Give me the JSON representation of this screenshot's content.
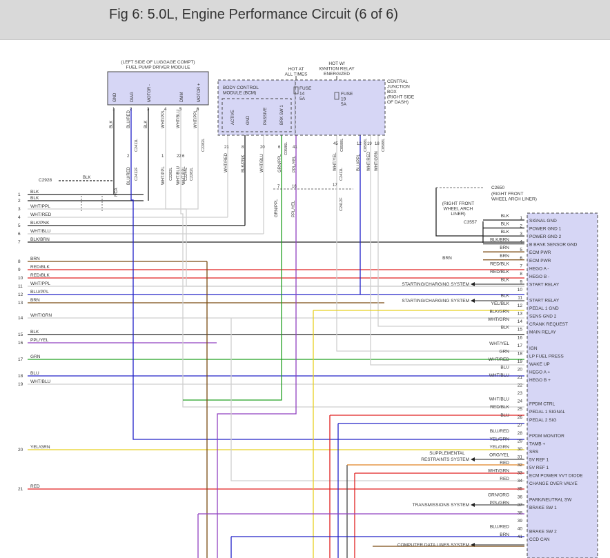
{
  "header": {
    "title": "Fig 6: 5.0L, Engine Performance Circuit (6 of 6)"
  },
  "fuel_pump_module": {
    "caption": [
      "(LEFT SIDE OF LUGGAGE COMPT)",
      "FUEL PUMP DRIVER MODULE"
    ],
    "pins": [
      {
        "num": "1",
        "name": "GND",
        "wire": "BLK",
        "connector": ""
      },
      {
        "num": "2",
        "name": "DIAG",
        "wire": "BLU/RED",
        "connector": "C2411L"
      },
      {
        "num": "3",
        "name": "MOTOR -",
        "wire": "BLK",
        "connector": ""
      },
      {
        "num": "4",
        "name": "",
        "wire": "WHT/PPL",
        "connector": ""
      },
      {
        "num": "5",
        "name": "DMM",
        "wire": "WHT/BLU",
        "connector": ""
      },
      {
        "num": "6",
        "name": "MOTOR +",
        "wire": "WHT/PPL",
        "connector": "C2282L"
      }
    ],
    "lower_wires": [
      {
        "pin": "2",
        "wire": "BLU/RED",
        "connector": "C2412F"
      },
      {
        "pin": "1",
        "wire": "WHT/PPL",
        "connector": "C2282L"
      },
      {
        "pin": "22",
        "wire": "WHT/BLU",
        "connector": "C2244L"
      },
      {
        "pin": "6",
        "wire": "WHT/PPL",
        "connector": "C2282L"
      }
    ],
    "ground_connector": "C2928",
    "ground_wire": "BLK",
    "nca": "NCA"
  },
  "bcm": {
    "title": [
      "BODY CONTROL",
      "MODULE (BCM)"
    ],
    "pins": [
      "ACTIVE",
      "GND",
      "PASSIVE",
      "BRK SW 1"
    ],
    "wires": [
      {
        "num": "21",
        "color": "WHT/RED"
      },
      {
        "num": "8",
        "color": "BLK/PNK"
      },
      {
        "num": "20",
        "color": "WHT/BLU"
      },
      {
        "num": "6",
        "color": "GRN/PPL"
      },
      {
        "num": "41",
        "color": "PPL/YEL"
      }
    ],
    "connector": "C0586L",
    "lower_pins": [
      "7",
      "16"
    ]
  },
  "cjb": {
    "title": [
      "CENTRAL",
      "JUNCTION",
      "BOX",
      "(RIGHT SIDE",
      "OF DASH)"
    ],
    "hot_at_all_times": [
      "HOT AT",
      "ALL TIMES"
    ],
    "hot_with_ignition": [
      "HOT W/",
      "IGNITION RELAY",
      "ENERGIZED"
    ],
    "fuse14": [
      "FUSE",
      "14",
      "5A"
    ],
    "fuse19": [
      "FUSE",
      "19",
      "5A"
    ],
    "wires": [
      {
        "num": "45",
        "color": "WHT/YEL",
        "connector": "C0588L"
      },
      {
        "num": "12",
        "color": "BLU/PPL",
        "connector": "C0588L"
      },
      {
        "num": "19",
        "color": "WHT/RED",
        "connector": ""
      },
      {
        "num": "18",
        "color": "WHT/GRN",
        "connector": "C0588L"
      }
    ],
    "lower_pin": "17",
    "lower_connector": "C2411L",
    "lower_connector2": "C2412F"
  },
  "right_splice": {
    "connector": "C2650",
    "location": [
      "(RIGHT FRONT",
      "WHEEL ARCH LINER)"
    ],
    "left_label": [
      "(RIGHT FRONT",
      "WHEEL ARCH",
      "LINER)"
    ],
    "c3557": "C3557"
  },
  "left_lines": [
    {
      "num": "1",
      "color": "BLK"
    },
    {
      "num": "2",
      "color": "BLK"
    },
    {
      "num": "3",
      "color": "WHT/PPL"
    },
    {
      "num": "4",
      "color": "WHT/RED"
    },
    {
      "num": "5",
      "color": "BLK/PNK"
    },
    {
      "num": "6",
      "color": "WHT/BLU"
    },
    {
      "num": "7",
      "color": "BLK/BRN"
    },
    {
      "num": "8",
      "color": "BRN"
    },
    {
      "num": "9",
      "color": "RED/BLK"
    },
    {
      "num": "10",
      "color": "RED/BLK"
    },
    {
      "num": "11",
      "color": "WHT/PPL"
    },
    {
      "num": "12",
      "color": "BLU/PPL"
    },
    {
      "num": "13",
      "color": "BRN"
    },
    {
      "num": "14",
      "color": "WHT/GRN"
    },
    {
      "num": "15",
      "color": "BLK"
    },
    {
      "num": "16",
      "color": "PPL/YEL"
    },
    {
      "num": "17",
      "color": "GRN"
    },
    {
      "num": "18",
      "color": "BLU"
    },
    {
      "num": "19",
      "color": "WHT/BLU"
    },
    {
      "num": "20",
      "color": "YEL/GRN"
    },
    {
      "num": "21",
      "color": "RED"
    }
  ],
  "pcm_pins": [
    {
      "num": "1",
      "wire": "BLK",
      "name": "SIGNAL GND"
    },
    {
      "num": "2",
      "wire": "BLK",
      "name": "POWER GND 1"
    },
    {
      "num": "3",
      "wire": "BLK",
      "name": "POWER GND 2"
    },
    {
      "num": "4",
      "wire": "BLK/BRN",
      "name": "B BANK SENSOR GND"
    },
    {
      "num": "5",
      "wire": "BRN",
      "name": "ECM PWR"
    },
    {
      "num": "6",
      "wire": "BRN",
      "name": "ECM PWR"
    },
    {
      "num": "7",
      "wire": "RED/BLK",
      "name": "HEGO A -"
    },
    {
      "num": "8",
      "wire": "RED/BLK",
      "name": "HEGO B -"
    },
    {
      "num": "9",
      "wire": "BLK",
      "name": "START RELAY"
    },
    {
      "num": "10",
      "wire": "",
      "name": ""
    },
    {
      "num": "11",
      "wire": "BLK",
      "name": "START RELAY"
    },
    {
      "num": "12",
      "wire": "YEL/BLK",
      "name": "PEDAL 1 GND"
    },
    {
      "num": "13",
      "wire": "BLK/GRN",
      "name": "SENS GND 2"
    },
    {
      "num": "14",
      "wire": "WHT/GRN",
      "name": "CRANK REQUEST"
    },
    {
      "num": "15",
      "wire": "BLK",
      "name": "MAIN RELAY"
    },
    {
      "num": "16",
      "wire": "",
      "name": ""
    },
    {
      "num": "17",
      "wire": "WHT/YEL",
      "name": "IGN"
    },
    {
      "num": "18",
      "wire": "GRN",
      "name": "LP FUEL PRESS"
    },
    {
      "num": "19",
      "wire": "WHT/RED",
      "name": "WAKE UP"
    },
    {
      "num": "20",
      "wire": "BLU",
      "name": "HEGO A +"
    },
    {
      "num": "21",
      "wire": "WHT/BLU",
      "name": "HEGO B +"
    },
    {
      "num": "22",
      "wire": "",
      "name": ""
    },
    {
      "num": "23",
      "wire": "",
      "name": ""
    },
    {
      "num": "24",
      "wire": "WHT/BLU",
      "name": "FPDM CTRL"
    },
    {
      "num": "25",
      "wire": "RED/BLK",
      "name": "PEDAL 1 SIGNAL"
    },
    {
      "num": "26",
      "wire": "BLU",
      "name": "PEDAL 2 SIG"
    },
    {
      "num": "27",
      "wire": "",
      "name": ""
    },
    {
      "num": "28",
      "wire": "BLU/RED",
      "name": "FPDM MONITOR"
    },
    {
      "num": "29",
      "wire": "YEL/GRN",
      "name": "TAMB +"
    },
    {
      "num": "30",
      "wire": "YEL/GRN",
      "name": "SRS"
    },
    {
      "num": "31",
      "wire": "ORG/YEL",
      "name": "5V REF 1"
    },
    {
      "num": "32",
      "wire": "RED",
      "name": "5V REF 1"
    },
    {
      "num": "33",
      "wire": "WHT/GRN",
      "name": "ECM POWER VVT DIODE"
    },
    {
      "num": "34",
      "wire": "RED",
      "name": "CHANGE OVER VALVE"
    },
    {
      "num": "35",
      "wire": "",
      "name": ""
    },
    {
      "num": "36",
      "wire": "GRN/ORG",
      "name": "PARK/NEUTRAL SW"
    },
    {
      "num": "37",
      "wire": "PPL/GRN",
      "name": "BRAKE SW 1"
    },
    {
      "num": "38",
      "wire": "",
      "name": ""
    },
    {
      "num": "39",
      "wire": "",
      "name": ""
    },
    {
      "num": "40",
      "wire": "BLU/RED",
      "name": "BRAKE SW 2"
    },
    {
      "num": "41",
      "wire": "BRN",
      "name": "CCD CAN"
    }
  ],
  "systems": [
    {
      "label": "STARTING/CHARGING SYSTEM"
    },
    {
      "label": "STARTING/CHARGING SYSTEM"
    },
    {
      "label": "SUPPLEMENTAL"
    },
    {
      "label": "RESTRAINTS SYSTEM"
    },
    {
      "label": "TRANSMISSIONS SYSTEM"
    },
    {
      "label": "COMPUTER DATA LINES SYSTEM"
    }
  ],
  "misc": {
    "brn_label": "BRN"
  },
  "colors": {
    "module_fill": "#d6d6f5",
    "BLK": "#222222",
    "BRN": "#7a4a10",
    "RED": "#e02020",
    "BLU": "#2020c8",
    "GRN": "#20a020",
    "YEL": "#e8d020",
    "PPL": "#9040c0",
    "WHT": "#cfcfcf"
  }
}
